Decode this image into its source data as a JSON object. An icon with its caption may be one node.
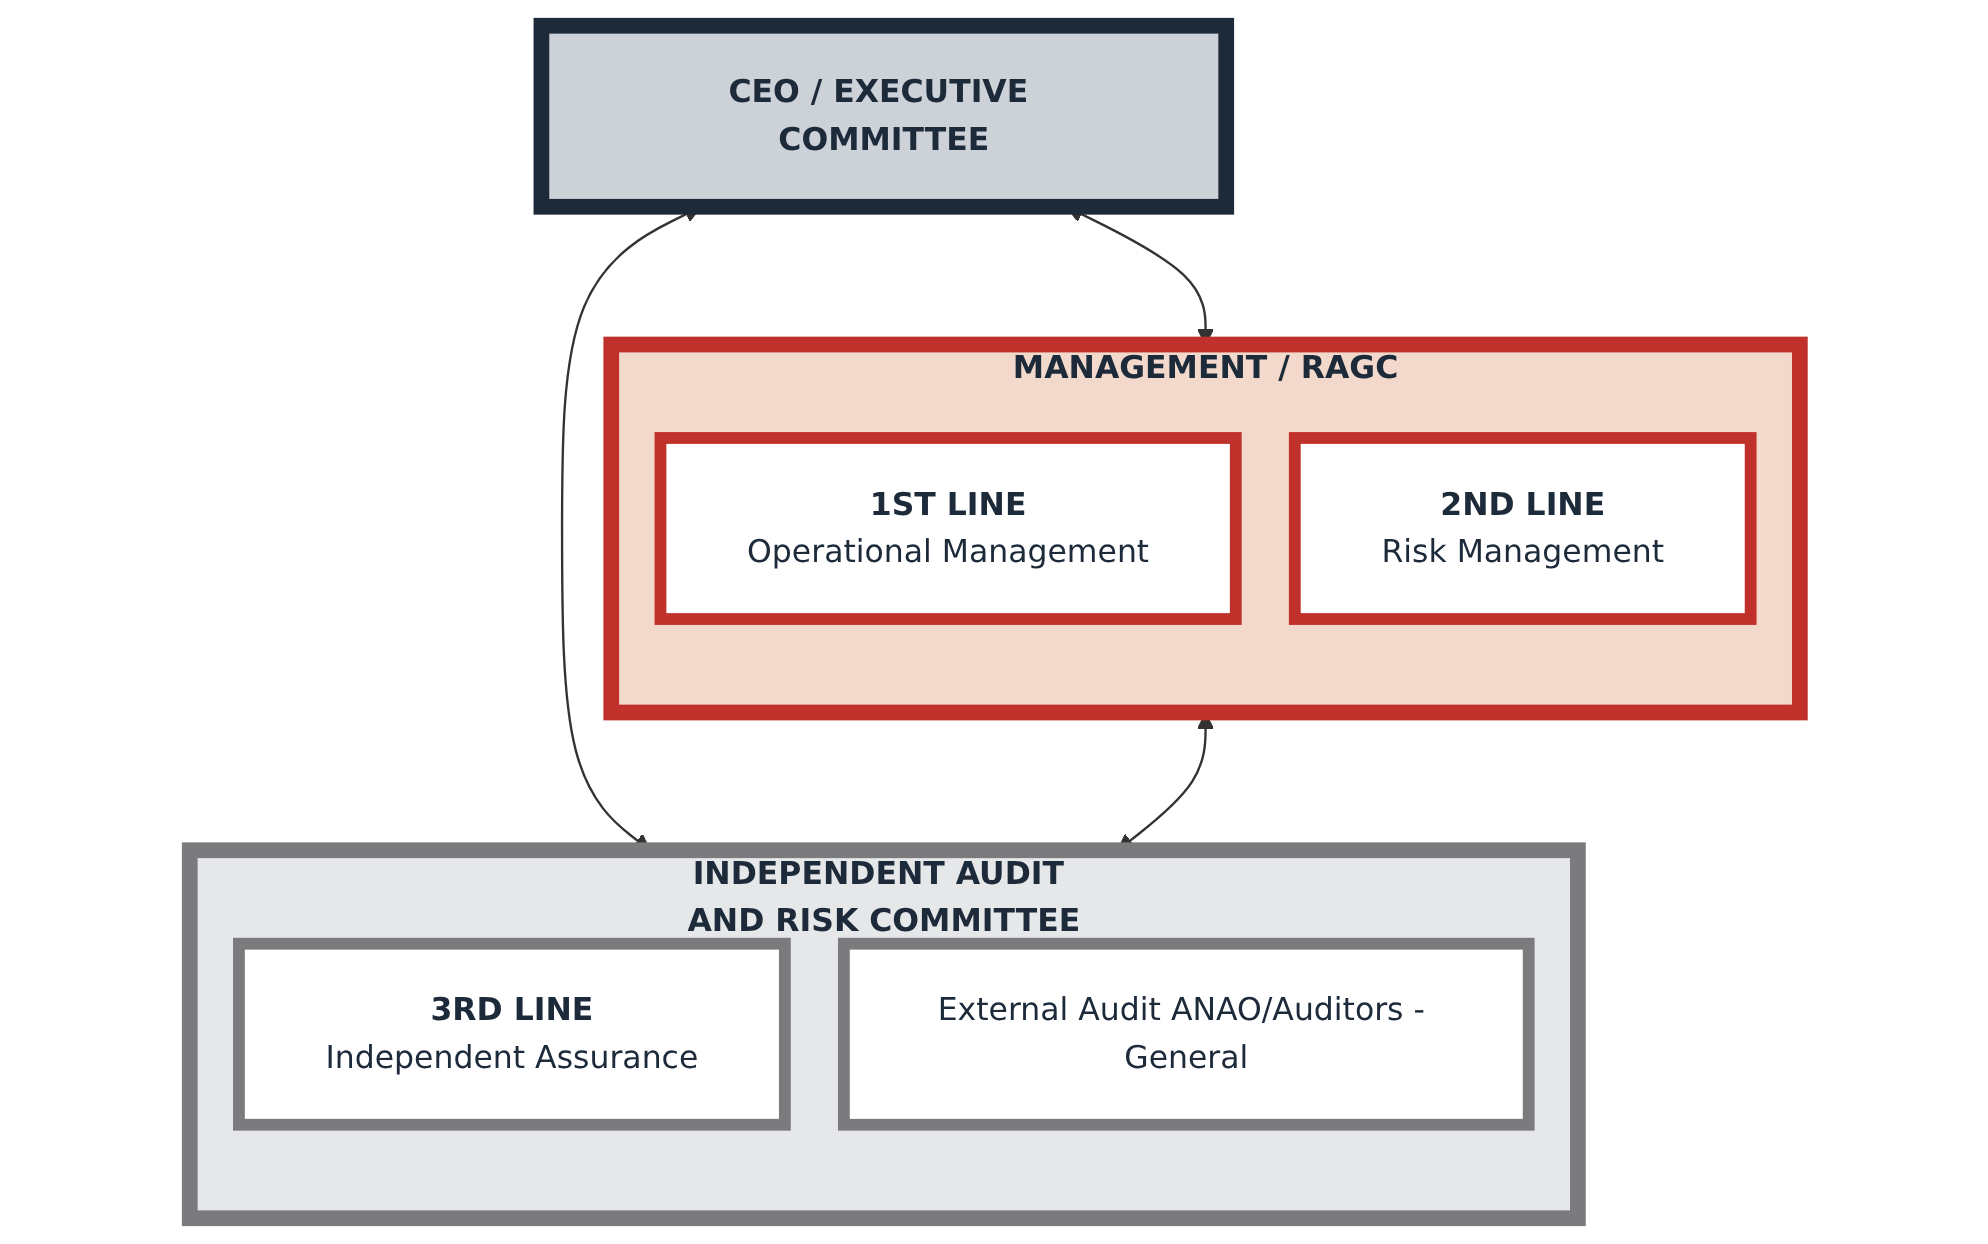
{
  "diagram": {
    "nodes": [
      {
        "text": [
          "CEO / EXECUTIVE COMMITTEE"
        ]
      },
      {
        "text": [
          "MANAGEMENT / RAGC"
        ]
      },
      {
        "text": [
          "1ST LINE",
          "Operational Management"
        ],
        "in": 1
      },
      {
        "text": [
          "2ND LINE",
          "Risk Management"
        ],
        "in": 1
      },
      {
        "text": [
          "INDEPENDENT AUDIT AND RISK COMMITTEE"
        ]
      },
      {
        "text": [
          "3RD LINE",
          "Independent Assurance"
        ],
        "in": 4
      },
      {
        "text": [
          "External Audit ANAO/Auditors - General"
        ],
        "in": 4
      }
    ],
    "edges": [
      {
        "from": 0,
        "to": 1,
        "arrow": "both"
      },
      {
        "from": 0,
        "to": 4,
        "arrow": "both"
      },
      {
        "from": 1,
        "to": 4,
        "arrow": "both"
      }
    ]
  }
}
